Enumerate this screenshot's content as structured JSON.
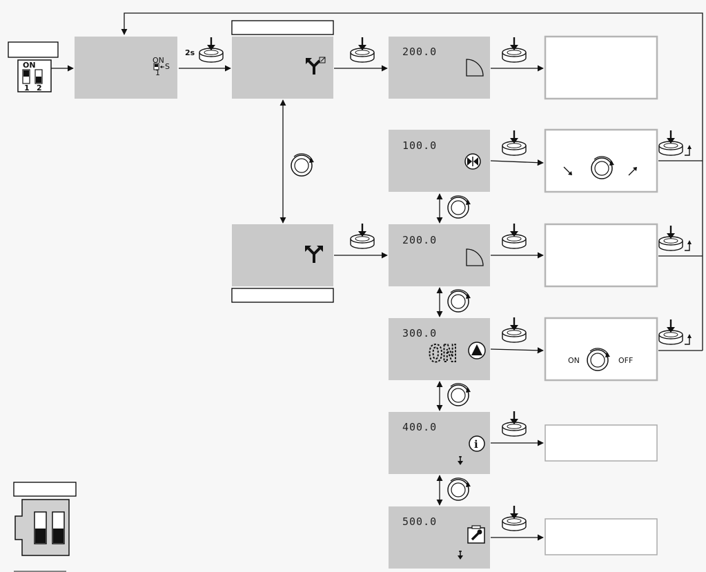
{
  "colors": {
    "panel": "#c9c9c9",
    "line": "#111111",
    "background": "#f7f7f7",
    "output_border": "#b5b5b5"
  },
  "dip_switch": {
    "on_label": "ON",
    "switch_1": "1",
    "switch_2": "2"
  },
  "start_panel": {
    "icon": "dip-switch-on-arrow-s-icon",
    "on_text": "ON",
    "s_text": "S",
    "one_text": "1"
  },
  "press_duration": "2s",
  "menu_panels": [
    {
      "icon": "branch-arrow-out-icon"
    },
    {
      "icon": "branch-arrows-icon"
    }
  ],
  "panels": [
    {
      "code": "200.0",
      "icon": "quarter-curve-icon"
    },
    {
      "code": "100.0",
      "icon": "valve-butterfly-icon"
    },
    {
      "code": "200.0",
      "icon": "quarter-curve-icon"
    },
    {
      "code": "300.0",
      "big_text": "ON",
      "icon": "pump-triangle-icon"
    },
    {
      "code": "400.0",
      "icon": "info-icon"
    },
    {
      "code": "500.0",
      "icon": "wrench-icon"
    }
  ],
  "rotary_labels": {
    "on": "ON",
    "off": "OFF"
  },
  "dip_large": {
    "icon": "dip-switch-large-icon"
  }
}
